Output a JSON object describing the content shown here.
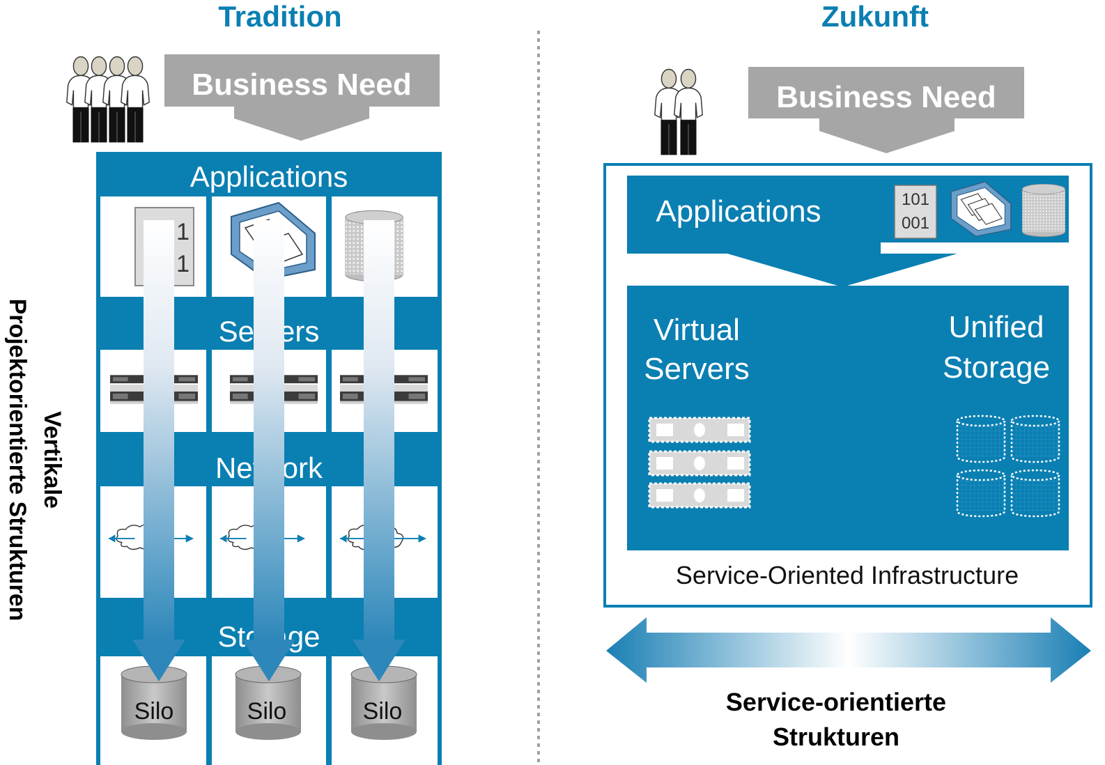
{
  "left": {
    "title": "Tradition",
    "business_need": "Business Need",
    "vertical_label_line1": "Vertikale",
    "vertical_label_line2": "Projektorientierte Strukturen",
    "layers": {
      "applications": "Applications",
      "servers": "Servers",
      "network": "Network",
      "storage": "Storage"
    },
    "binary_digits": [
      "1",
      "1"
    ],
    "silos": [
      "Silo",
      "Silo",
      "Silo"
    ]
  },
  "right": {
    "title": "Zukunft",
    "business_need": "Business Need",
    "applications": "Applications",
    "binary": [
      "101",
      "001"
    ],
    "virtual_servers": [
      "Virtual",
      "Servers"
    ],
    "unified_storage": [
      "Unified",
      "Storage"
    ],
    "soi_label": "Service-Oriented Infrastructure",
    "bottom_label": [
      "Service-orientierte",
      "Strukturen"
    ]
  },
  "colors": {
    "brand_blue": "#0a7fb2",
    "title_blue": "#0a7fb2",
    "gray": "#a6a6a6",
    "white": "#ffffff",
    "black": "#000000"
  }
}
